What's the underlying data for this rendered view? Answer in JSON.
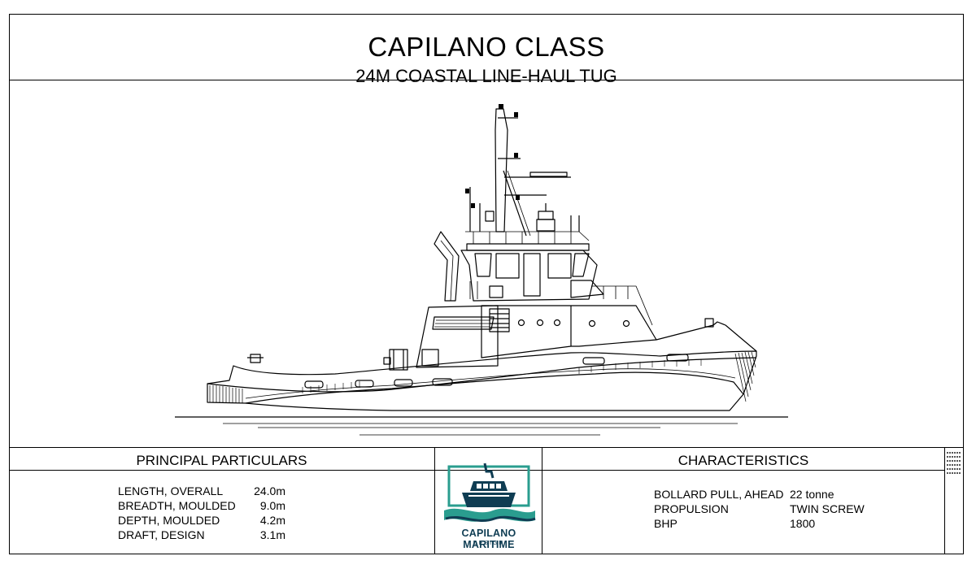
{
  "title_block": {
    "title": "CAPILANO CLASS",
    "subtitle": "24M COASTAL LINE-HAUL TUG"
  },
  "principal_particulars": {
    "heading": "PRINCIPAL PARTICULARS",
    "rows": [
      {
        "label": "LENGTH, OVERALL",
        "value": "24.0m"
      },
      {
        "label": "BREADTH, MOULDED",
        "value": "9.0m"
      },
      {
        "label": "DEPTH, MOULDED",
        "value": "4.2m"
      },
      {
        "label": "DRAFT, DESIGN",
        "value": "3.1m"
      }
    ]
  },
  "characteristics": {
    "heading": "CHARACTERISTICS",
    "rows": [
      {
        "label": "BOLLARD PULL, AHEAD",
        "value": "22 tonne"
      },
      {
        "label": "PROPULSION",
        "value": "TWIN SCREW"
      },
      {
        "label": "BHP",
        "value": "1800"
      }
    ]
  },
  "logo": {
    "name": "CAPILANO MARITIME",
    "tagline": "DESIGN",
    "icon": "tug-boat-icon",
    "colors": {
      "teal": "#2a9d8f",
      "navy": "#0f3d53"
    }
  }
}
